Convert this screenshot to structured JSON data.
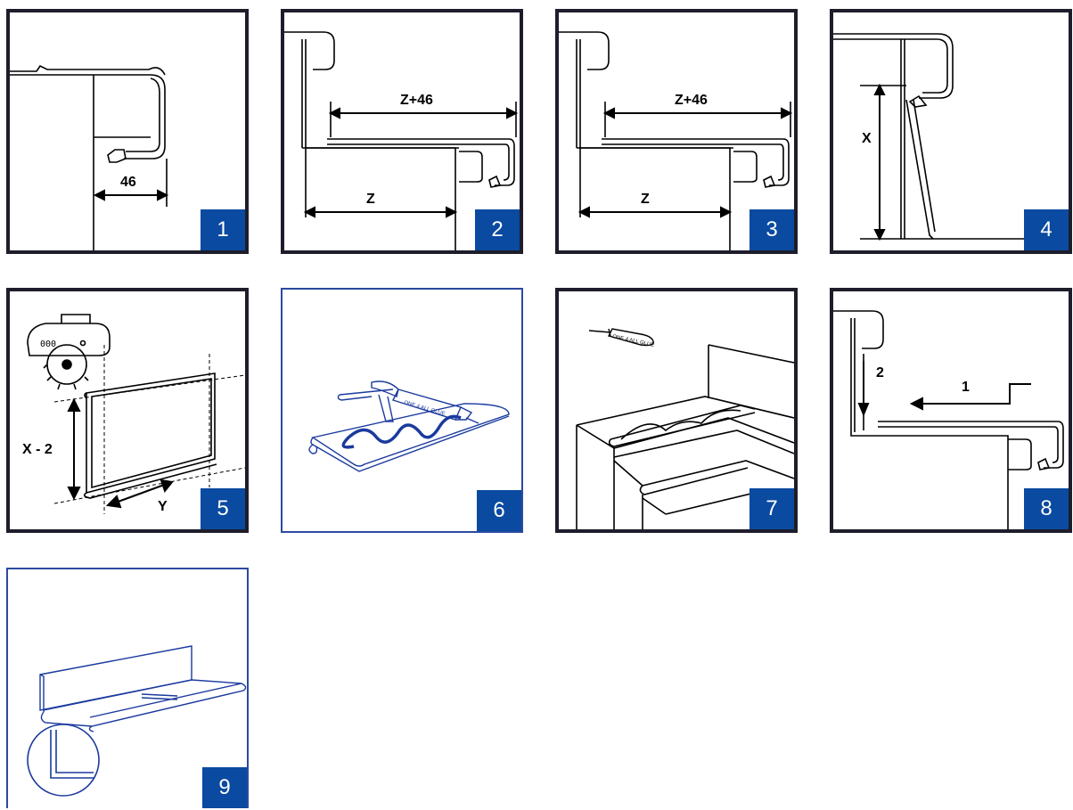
{
  "steps": [
    {
      "number": "1",
      "labels": {
        "dim": "46"
      }
    },
    {
      "number": "2",
      "labels": {
        "top": "Z+46",
        "bottom": "Z"
      }
    },
    {
      "number": "3",
      "labels": {
        "top": "Z+46",
        "bottom": "Z"
      }
    },
    {
      "number": "4",
      "labels": {
        "height": "X"
      }
    },
    {
      "number": "5",
      "labels": {
        "height": "X - 2",
        "width": "Y"
      }
    },
    {
      "number": "6",
      "labels": {
        "glue": "ONE 4 ALL GLUE"
      }
    },
    {
      "number": "7",
      "labels": {
        "glue": "ONE 4 ALL GLUE"
      }
    },
    {
      "number": "8",
      "labels": {
        "first": "1",
        "second": "2"
      }
    },
    {
      "number": "9",
      "labels": {}
    }
  ],
  "colors": {
    "badge": "#0a4aa0",
    "frame_dark": "#1d1d2b",
    "frame_blue": "#2b4aa0"
  }
}
